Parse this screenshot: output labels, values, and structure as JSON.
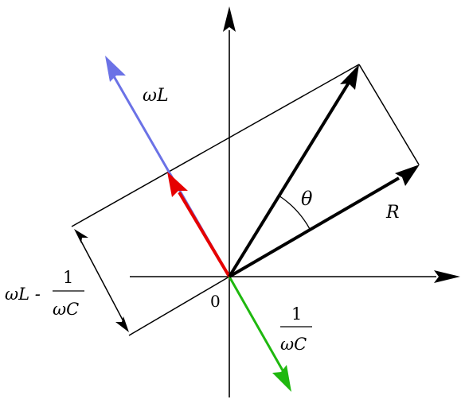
{
  "labels": {
    "omega_l": "ωL",
    "r": "R",
    "theta": "θ",
    "origin": "0",
    "inv_numerator": "1",
    "inv_denominator": "ωC",
    "diff_prefix": "ωL -",
    "diff_numerator": "1",
    "diff_denominator": "ωC"
  },
  "colors": {
    "axes": "#000000",
    "impedance": "#000000",
    "resistance": "#000000",
    "inductive": "#6b72e6",
    "capacitive": "#1fb80f",
    "net_reactance": "#e60000"
  }
}
